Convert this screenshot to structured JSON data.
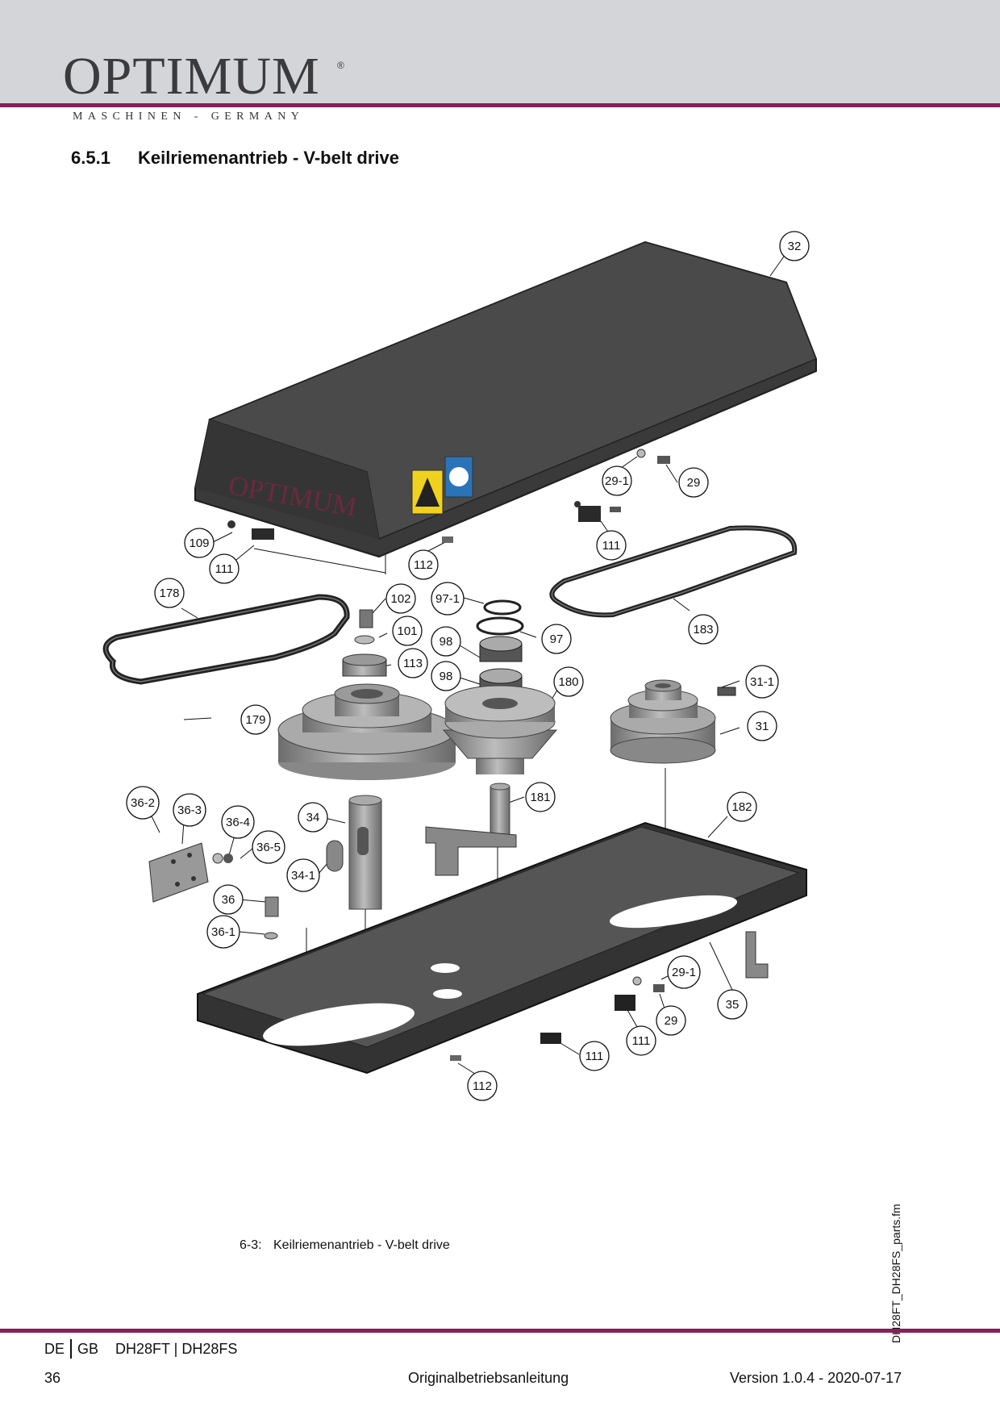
{
  "header": {
    "logo_text": "OPTIMUM",
    "logo_mark": "®",
    "tagline": "MASCHINEN - GERMANY",
    "brand_color": "#86205a",
    "band_color": "#d4d5d8"
  },
  "section": {
    "number": "6.5.1",
    "title": "Keilriemenantrieb - V-belt drive"
  },
  "drawing": {
    "cover_brand": "OPTIMUM",
    "callouts": [
      "32",
      "29-1",
      "29",
      "111",
      "109",
      "111",
      "112",
      "178",
      "102",
      "97-1",
      "101",
      "97",
      "98",
      "113",
      "98",
      "183",
      "180",
      "31-1",
      "179",
      "31",
      "181",
      "182",
      "36-2",
      "36-3",
      "36-4",
      "34",
      "36-5",
      "34-1",
      "36",
      "36-1",
      "29-1",
      "35",
      "29",
      "111",
      "111",
      "112"
    ]
  },
  "caption": {
    "number": "6-3:",
    "text": "Keilriemenantrieb - V-belt drive"
  },
  "side_label": "DH28FT_DH28FS_parts.fm",
  "footer": {
    "lang_de": "DE",
    "lang_gb": "GB",
    "models": "DH28FT | DH28FS",
    "page_number": "36",
    "manual": "Originalbetriebsanleitung",
    "version": "Version 1.0.4 - 2020-07-17"
  }
}
